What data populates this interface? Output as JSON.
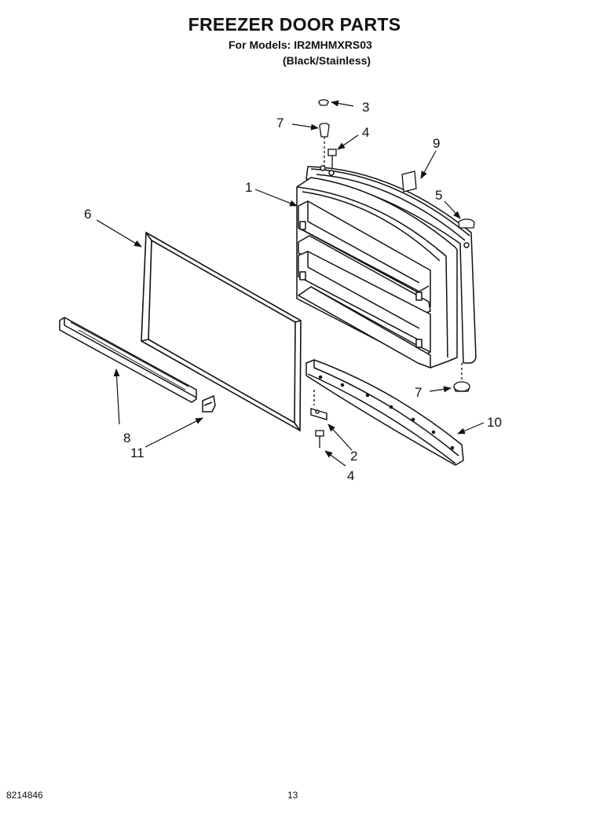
{
  "header": {
    "title": "FREEZER DOOR PARTS",
    "models_line": "For Models: IR2MHMXRS03",
    "variant_line": "(Black/Stainless)"
  },
  "callouts": {
    "c1": "1",
    "c2": "2",
    "c3": "3",
    "c4_top": "4",
    "c4_bottom": "4",
    "c5": "5",
    "c6": "6",
    "c7_top": "7",
    "c7_bottom": "7",
    "c8": "8",
    "c9": "9",
    "c10": "10",
    "c11": "11"
  },
  "footer": {
    "doc_number": "8214846",
    "page_number": "13"
  }
}
